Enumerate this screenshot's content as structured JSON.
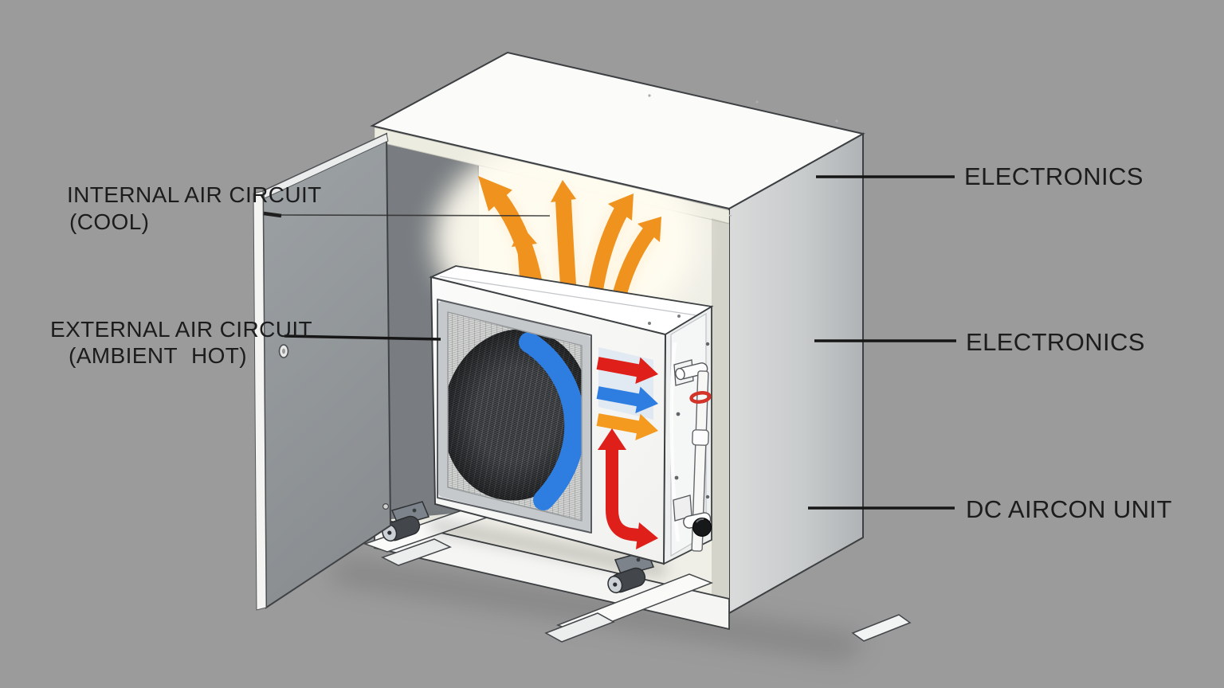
{
  "diagram": {
    "background_color": "#9b9b9b",
    "annotations": {
      "internal_air_circuit": {
        "line1": "INTERNAL AIR CIRCUIT",
        "line2": "(COOL)"
      },
      "external_air_circuit": {
        "line1": "EXTERNAL AIR CIRCUIT",
        "line2_left": "(AMBIENT",
        "line2_right": "HOT)"
      },
      "electronics_top": {
        "label": "ELECTRONICS"
      },
      "electronics_middle": {
        "label": "ELECTRONICS"
      },
      "dc_aircon_unit": {
        "label": "DC AIRCON UNIT"
      }
    },
    "flow_colors": {
      "hot_air": "#f0921e",
      "cool_air": "#2e7ee2",
      "exhaust_heat": "#de1f1a"
    },
    "text_color": "#1c1c1c"
  }
}
